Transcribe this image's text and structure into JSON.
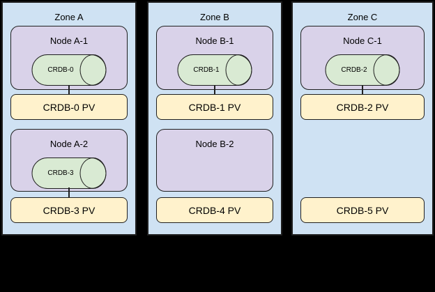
{
  "colors": {
    "canvas_bg": "#000000",
    "zone_bg": "#cfe2f3",
    "node_bg": "#d9d2e9",
    "pod_bg": "#d9ead3",
    "pv_bg": "#fff2cc",
    "line": "#1f1f1f",
    "text": "#000000"
  },
  "zones": [
    {
      "title": "Zone A",
      "node1": {
        "label": "Node A-1",
        "pod": "CRDB-0"
      },
      "pv1": "CRDB-0 PV",
      "node2": {
        "label": "Node A-2",
        "pod": "CRDB-3"
      },
      "pv2": "CRDB-3 PV"
    },
    {
      "title": "Zone B",
      "node1": {
        "label": "Node B-1",
        "pod": "CRDB-1"
      },
      "pv1": "CRDB-1 PV",
      "node2": {
        "label": "Node B-2"
      },
      "pv2": "CRDB-4 PV"
    },
    {
      "title": "Zone C",
      "node1": {
        "label": "Node C-1",
        "pod": "CRDB-2"
      },
      "pv1": "CRDB-2 PV",
      "pv2": "CRDB-5 PV"
    }
  ]
}
